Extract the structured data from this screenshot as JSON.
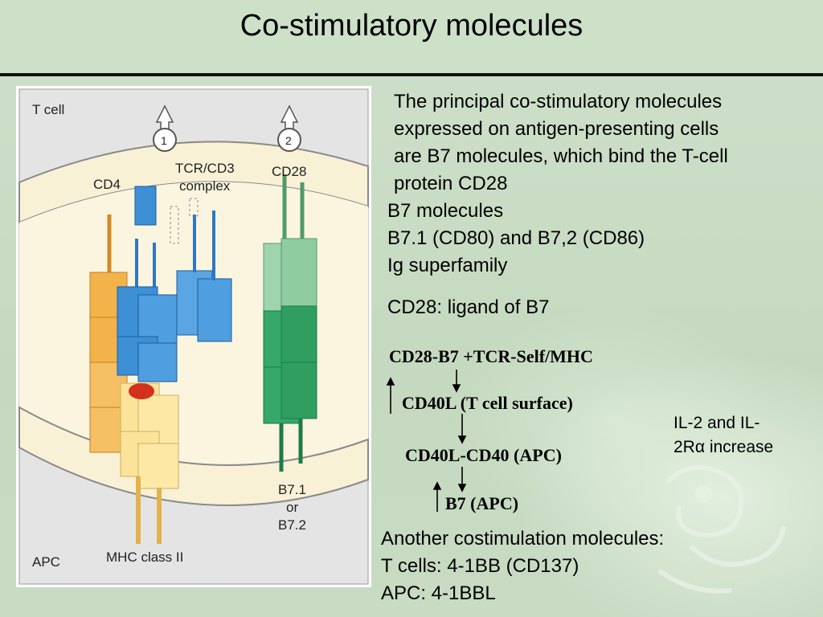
{
  "slide": {
    "title": "Co-stimulatory molecules"
  },
  "figure": {
    "labels": {
      "t_cell": "T cell",
      "apc": "APC",
      "cd4": "CD4",
      "tcr_cd3_line1": "TCR/CD3",
      "tcr_cd3_line2": "complex",
      "cd28": "CD28",
      "mhc_class_ii": "MHC class II",
      "b7_line1": "B7.1",
      "b7_line2": "or",
      "b7_line3": "B7.2",
      "signal_1": "1",
      "signal_2": "2"
    },
    "colors": {
      "membrane": "#f8f1d6",
      "membrane_edge": "#8a8a8a",
      "panel_bg": "#e4e4e4",
      "cd4": "#f3b34a",
      "tcr": "#3d8fd6",
      "cd28": "#9fd4ae",
      "b7": "#36a86a",
      "mhc": "#fbe49a",
      "peptide": "#d4301e"
    }
  },
  "text": {
    "intro_line1": "The principal co-stimulatory molecules",
    "intro_line2": "expressed on antigen-presenting cells",
    "intro_line3": "are B7 molecules, which bind the T-cell",
    "intro_line4": "protein CD28",
    "b7_line1": "B7 molecules",
    "b7_line2": "B7.1 (CD80) and B7,2 (CD86)",
    "b7_line3": "Ig superfamily",
    "cd28_ligand": "CD28: ligand of B7",
    "cascade1": "CD28-B7 +TCR-Self/MHC",
    "cascade2": "CD40L (T cell surface)",
    "cascade3": "CD40L-CD40 (APC)",
    "cascade4": "B7 (APC)",
    "il2_line1": "IL-2 and IL-",
    "il2_line2": "2Rα increase",
    "another_line1": "Another costimulation molecules:",
    "another_line2": "T cells: 4-1BB (CD137)",
    "another_line3": "APC: 4-1BBL"
  }
}
